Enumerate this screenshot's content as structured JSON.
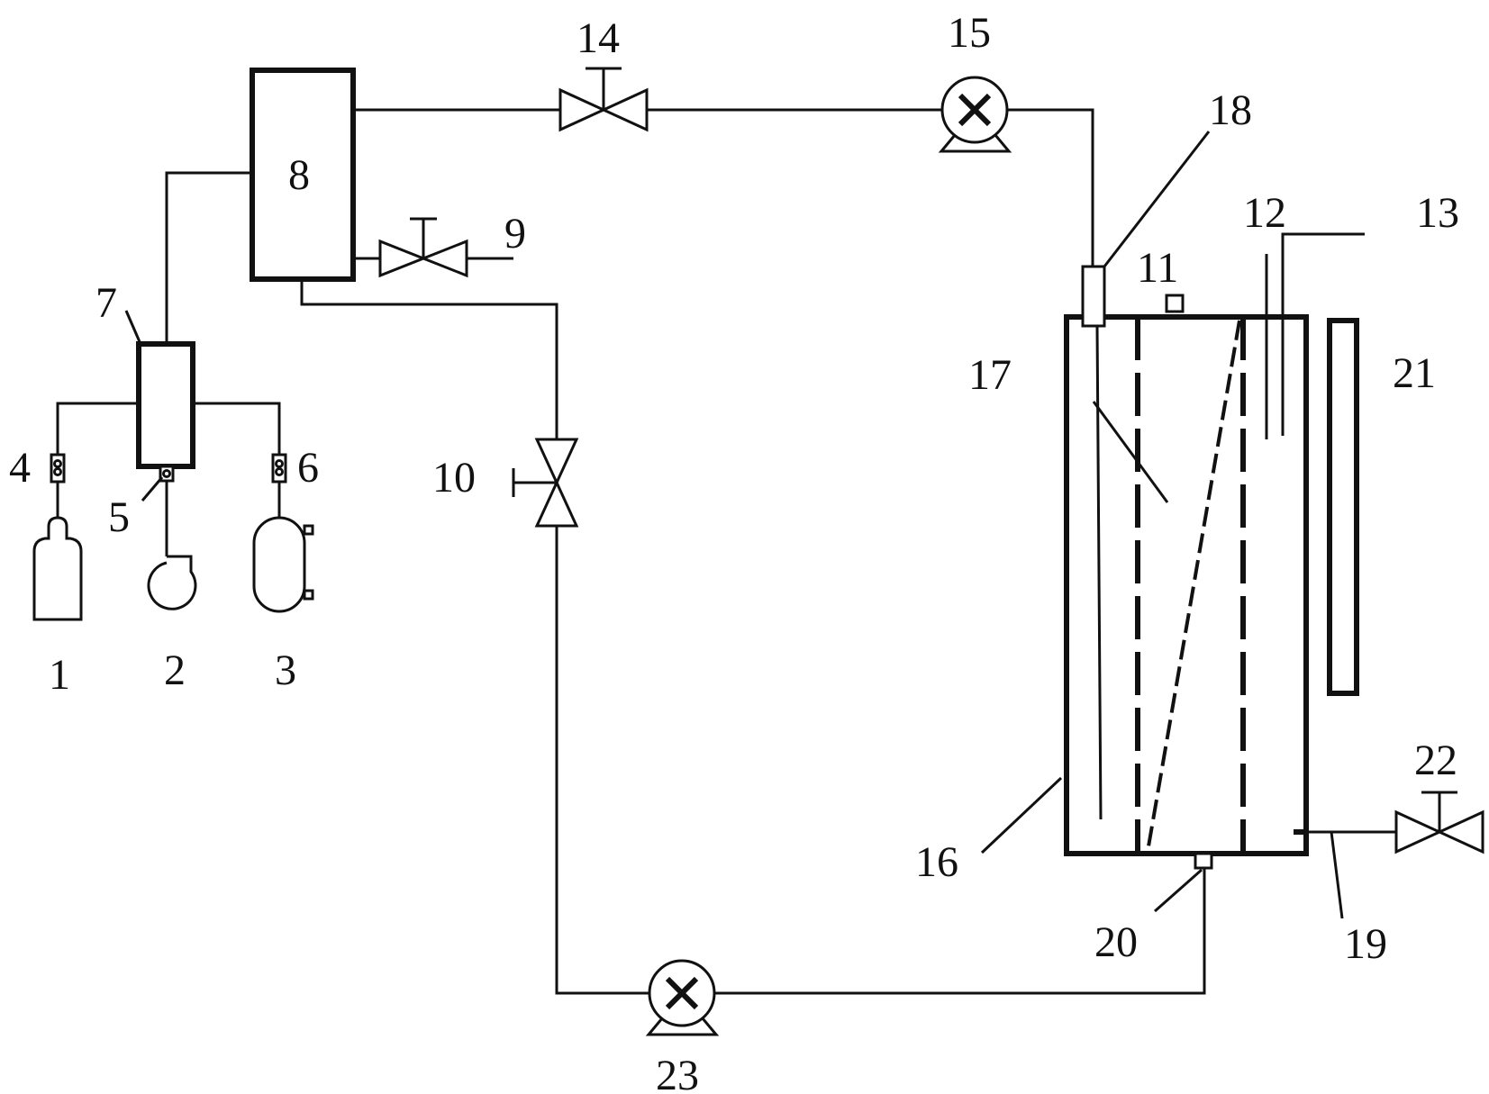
{
  "labels": {
    "n1": "1",
    "n2": "2",
    "n3": "3",
    "n4": "4",
    "n5": "5",
    "n6": "6",
    "n7": "7",
    "n8": "8",
    "n9": "9",
    "n10": "10",
    "n11": "11",
    "n12": "12",
    "n13": "13",
    "n14": "14",
    "n15": "15",
    "n16": "16",
    "n17": "17",
    "n18": "18",
    "n19": "19",
    "n20": "20",
    "n21": "21",
    "n22": "22",
    "n23": "23"
  },
  "colors": {
    "line": "#111111",
    "background": "#ffffff"
  },
  "icons": [
    "gas-cylinder-icon",
    "compressor-icon",
    "gas-bag-icon",
    "valve-icon",
    "pump-icon",
    "flowmeter-icon"
  ]
}
